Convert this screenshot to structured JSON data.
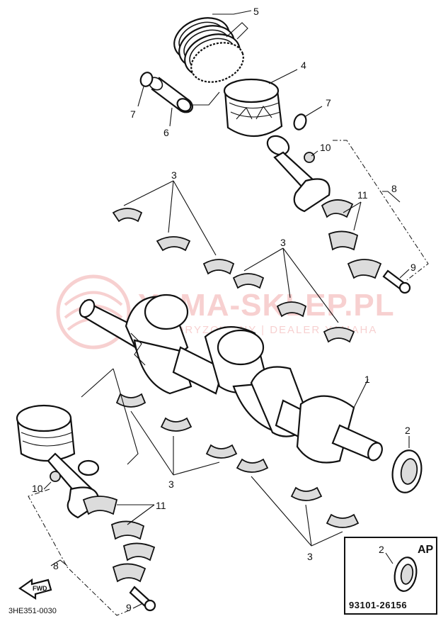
{
  "diagram": {
    "callouts": {
      "crankshaft": "1",
      "oil_seal": "2",
      "bearing": "3",
      "piston": "4",
      "piston_ring_set": "5",
      "piston_pin": "6",
      "circlip": "7",
      "connecting_rod": "8",
      "bolt": "9",
      "nut": "10",
      "big_end_bearing": "11"
    },
    "drawing_code": "3HE351-0030",
    "fwd_label": "FWD",
    "ap_box": {
      "title": "AP",
      "callout": "2",
      "part_number": "93101-26156"
    },
    "watermark": {
      "text": "YAMA-SKLEP.PL",
      "subtext": "AUTORYZOWANY | DEALER YAMAHA",
      "color": "#e35a5a"
    }
  }
}
